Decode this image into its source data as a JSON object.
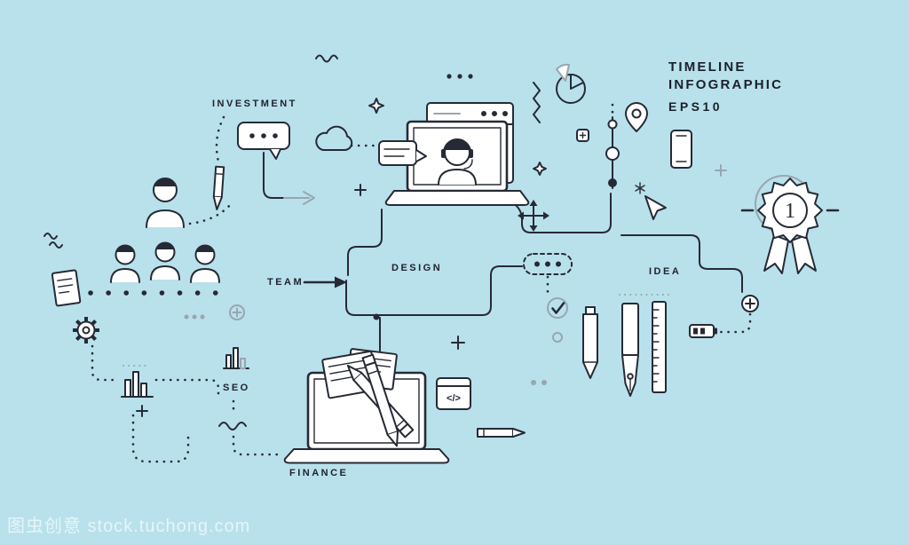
{
  "meta": {
    "kind": "stock-line-art-infographic-illustration"
  },
  "colors": {
    "background": "#b8e1ec",
    "line_dark": "#262a35",
    "line_gray": "#99a6ae",
    "fill_white": "#ffffff",
    "text_dark": "#1b2028",
    "watermark": "rgba(255,255,255,0.65)"
  },
  "title": {
    "line1": "TIMELINE",
    "line2": "INFOGRAPHIC",
    "edition": "EPS10"
  },
  "labels": {
    "investment": "INVESTMENT",
    "team": "TEAM",
    "design": "DESIGN",
    "seo": "SEO",
    "finance": "FINANCE",
    "idea": "IDEA"
  },
  "badge": {
    "rank": "1"
  },
  "glyphs": {
    "code": "</>"
  },
  "watermark": {
    "text": "图虫创意 stock.tuchong.com"
  },
  "icons": [
    "team-group-icon",
    "speech-bubble-icon",
    "pencil-icon",
    "cloud-icon",
    "browser-window-icon",
    "video-call-laptop-icon",
    "chat-message-icon",
    "pie-chart-icon",
    "timeline-nodes-icon",
    "location-pin-icon",
    "smartphone-icon",
    "cursor-icon",
    "move-arrows-icon",
    "sparkle-icon",
    "award-badge-icon",
    "gear-icon",
    "note-document-icon",
    "bar-chart-icon",
    "mini-bar-chart-icon",
    "finance-laptop-icon",
    "code-window-icon",
    "pen-icon",
    "fountain-pen-icon",
    "ruler-icon",
    "battery-icon",
    "check-circle-icon",
    "ellipsis-bubble-icon",
    "winding-path",
    "plus-mark",
    "squiggle-mark",
    "team-arrow",
    "gray-arrow"
  ]
}
